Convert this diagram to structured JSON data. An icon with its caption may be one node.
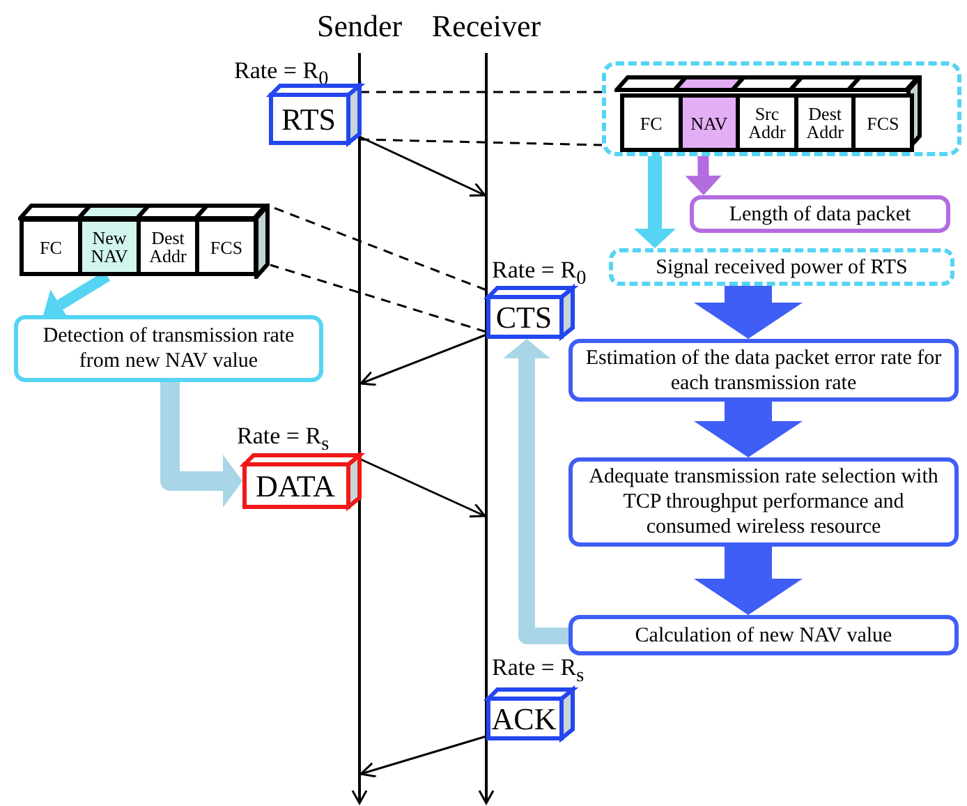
{
  "diagram": {
    "nodes": [
      {
        "text": [
          "Sender"
        ]
      },
      {
        "text": [
          "Receiver"
        ]
      },
      {
        "text": [
          "RTS"
        ],
        "beside": [
          "Rate = R$_{0}$"
        ]
      },
      {
        "text": [
          "CTS"
        ],
        "beside": [
          "Rate = R$_{0}$"
        ]
      },
      {
        "text": [
          "DATA"
        ],
        "beside": [
          "Rate = R$_{s}$"
        ]
      },
      {
        "text": [
          "ACK"
        ],
        "beside": [
          "Rate = R$_{s}$"
        ]
      },
      {
        "text": [],
        "shape": "box"
      },
      {
        "text": [
          "FC"
        ],
        "in": 6
      },
      {
        "text": [
          "NAV"
        ],
        "in": 6
      },
      {
        "text": [
          "Src Addr"
        ],
        "in": 6
      },
      {
        "text": [
          "Dest Addr"
        ],
        "in": 6
      },
      {
        "text": [
          "FCS"
        ],
        "in": 6
      },
      {
        "text": [
          "Length of data packet"
        ]
      },
      {
        "text": [
          "Signal received power of RTS"
        ]
      },
      {
        "text": [
          "Estimation of the data packet error rate for each transmission rate"
        ]
      },
      {
        "text": [
          "Adequate transmission rate selection with TCP throughput performance and consumed wireless resource"
        ]
      },
      {
        "text": [
          "Calculation of new NAV value"
        ]
      },
      {
        "text": [],
        "shape": "box"
      },
      {
        "text": [
          "FC"
        ],
        "in": 17
      },
      {
        "text": [
          "New NAV"
        ],
        "in": 17
      },
      {
        "text": [
          "Dest Addr"
        ],
        "in": 17
      },
      {
        "text": [
          "FCS"
        ],
        "in": 17
      },
      {
        "text": [
          "Detection of transmission rate from new NAV value"
        ]
      }
    ],
    "edges": [
      {
        "from": 2,
        "to": 1,
        "arrow": "to"
      },
      {
        "from": 3,
        "to": 0,
        "arrow": "to"
      },
      {
        "from": 4,
        "to": 1,
        "arrow": "to"
      },
      {
        "from": 5,
        "to": 0,
        "arrow": "to"
      },
      {
        "from": 2,
        "to": 6,
        "arrow": "none",
        "style": "dashed"
      },
      {
        "from": 2,
        "to": 6,
        "arrow": "none",
        "style": "dashed"
      },
      {
        "from": 6,
        "to": 13,
        "arrow": "to",
        "style": "thick",
        "color": "#55d4f4"
      },
      {
        "from": 8,
        "to": 12,
        "arrow": "to",
        "style": "thick",
        "color": "#b36be0"
      },
      {
        "from": 13,
        "to": 14,
        "arrow": "to",
        "style": "thick",
        "color": "#3f5ef5"
      },
      {
        "from": 14,
        "to": 15,
        "arrow": "to",
        "style": "thick",
        "color": "#3f5ef5"
      },
      {
        "from": 15,
        "to": 16,
        "arrow": "to",
        "style": "thick",
        "color": "#3f5ef5"
      },
      {
        "from": 16,
        "to": 3,
        "arrow": "to",
        "style": "thick",
        "color": "#a9d6e6"
      },
      {
        "from": 3,
        "to": 17,
        "arrow": "none",
        "style": "dashed"
      },
      {
        "from": 3,
        "to": 17,
        "arrow": "none",
        "style": "dashed"
      },
      {
        "from": 19,
        "to": 22,
        "arrow": "to",
        "style": "thick",
        "color": "#55d4f4"
      },
      {
        "from": 22,
        "to": 4,
        "arrow": "to",
        "style": "thick",
        "color": "#a9d6e6"
      }
    ]
  }
}
